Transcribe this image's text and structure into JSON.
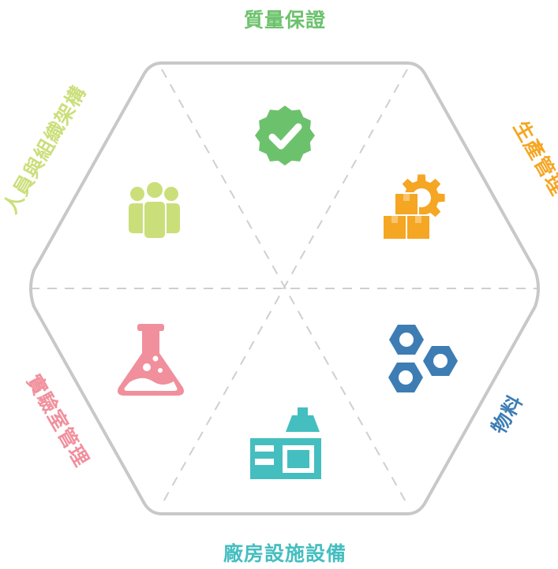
{
  "colors": {
    "outline": "#c8c8cb",
    "divider": "#cfcfd2",
    "quality": "#6cc26c",
    "production": "#f5a623",
    "materials": "#3d7db4",
    "facilities": "#45bec0",
    "laboratory": "#f18f9c",
    "personnel": "#cadf7a"
  },
  "segments": {
    "quality": {
      "label": "質量保證",
      "icon": "verified-badge-icon"
    },
    "production": {
      "label": "生產管理",
      "icon": "gear-boxes-icon"
    },
    "materials": {
      "label": "物料",
      "icon": "hex-nuts-icon"
    },
    "facilities": {
      "label": "廠房設施設備",
      "icon": "factory-kitchen-icon"
    },
    "laboratory": {
      "label": "實驗室管理",
      "icon": "lab-flask-icon"
    },
    "personnel": {
      "label": "人員與組織架構",
      "icon": "people-group-icon"
    }
  }
}
